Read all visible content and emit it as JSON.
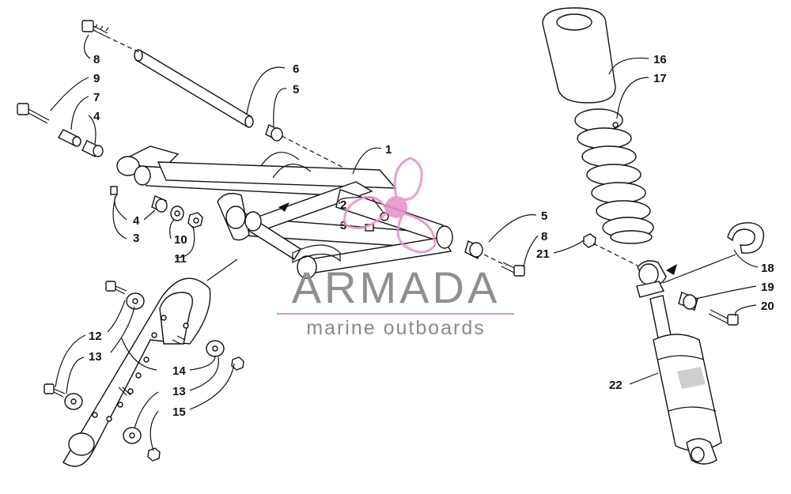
{
  "callouts": [
    {
      "id": "c1",
      "text": "1"
    },
    {
      "id": "c2",
      "text": "2"
    },
    {
      "id": "c3a",
      "text": "3"
    },
    {
      "id": "c3b",
      "text": "3"
    },
    {
      "id": "c4a",
      "text": "4"
    },
    {
      "id": "c4b",
      "text": "4"
    },
    {
      "id": "c5a",
      "text": "5"
    },
    {
      "id": "c5b",
      "text": "5"
    },
    {
      "id": "c6",
      "text": "6"
    },
    {
      "id": "c7",
      "text": "7"
    },
    {
      "id": "c8a",
      "text": "8"
    },
    {
      "id": "c8b",
      "text": "8"
    },
    {
      "id": "c9",
      "text": "9"
    },
    {
      "id": "c10",
      "text": "10"
    },
    {
      "id": "c11",
      "text": "11"
    },
    {
      "id": "c12",
      "text": "12"
    },
    {
      "id": "c13a",
      "text": "13"
    },
    {
      "id": "c13b",
      "text": "13"
    },
    {
      "id": "c14",
      "text": "14"
    },
    {
      "id": "c15",
      "text": "15"
    },
    {
      "id": "c16",
      "text": "16"
    },
    {
      "id": "c17",
      "text": "17"
    },
    {
      "id": "c18",
      "text": "18"
    },
    {
      "id": "c19",
      "text": "19"
    },
    {
      "id": "c20",
      "text": "20"
    },
    {
      "id": "c21",
      "text": "21"
    },
    {
      "id": "c22",
      "text": "22"
    }
  ],
  "watermark": {
    "brand": "ARMADA",
    "tagline": "marine outboards",
    "accent_color": "#e68fc6",
    "text_color": "#8a8a8a",
    "logo_icon": "propeller-icon"
  }
}
